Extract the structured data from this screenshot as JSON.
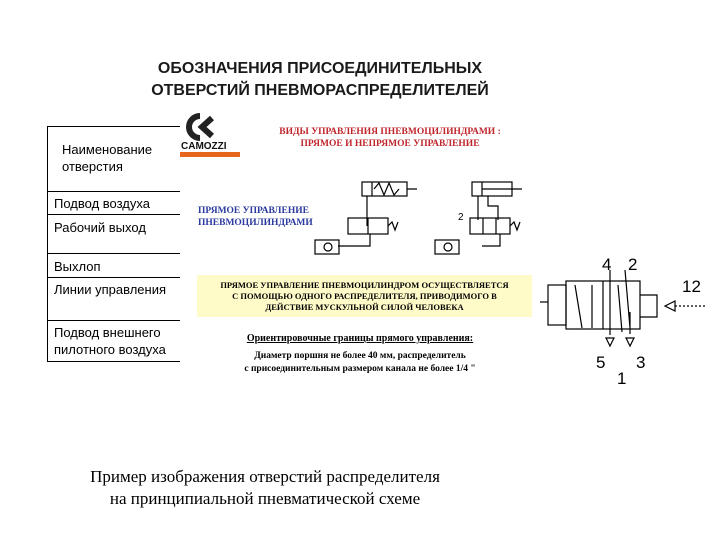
{
  "title": [
    "ОБОЗНАЧЕНИЯ ПРИСОЕДИНИТЕЛЬНЫХ",
    "ОТВЕРСТИЙ ПНЕВМОРАСПРЕДЕЛИТЕЛЕЙ"
  ],
  "table": {
    "header": "Наименование отверстия",
    "rows": [
      "Подвод воздуха",
      "Рабочий выход",
      "Выхлоп",
      "Линии управления",
      "Подвод внешнего\nпилотного воздуха"
    ]
  },
  "picture": {
    "logo": "CAMOZZI",
    "title": "ВИДЫ УПРАВЛЕНИЯ ПНЕВМОЦИЛИНДРАМИ :\nПРЯМОЕ И НЕПРЯМОЕ УПРАВЛЕНИЕ",
    "subtitle": "ПРЯМОЕ УПРАВЛЕНИЕ\nПНЕВМОЦИЛИНДРАМИ",
    "note": "ПРЯМОЕ УПРАВЛЕНИЕ ПНЕВМОЦИЛИНДРОМ ОСУЩЕСТВЛЯЕТСЯ\nС ПОМОЩЬЮ ОДНОГО РАСПРЕДЕЛИТЕЛЯ, ПРИВОДИМОГО В\nДЕЙСТВИЕ МУСКУЛЬНОЙ СИЛОЙ ЧЕЛОВЕКА",
    "limits_heading": "Ориентировочные границы прямого управления:",
    "limits_text": "Диаметр поршня не более 40 мм, распределитель\nс присоединительным размером канала не более 1/4 \"",
    "port_label_2": "2"
  },
  "valve_ports": {
    "p4": "4",
    "p2": "2",
    "p12": "12",
    "p5": "5",
    "p3": "3",
    "p1": "1"
  },
  "caption": [
    "Пример изображения отверстий распределителя",
    "на принципиальной пневматической схеме"
  ],
  "colors": {
    "logo_orange": "#e8661c",
    "red_title": "#c0272d",
    "blue_text": "#2b3aa0",
    "note_bg": "#fffbc8"
  }
}
